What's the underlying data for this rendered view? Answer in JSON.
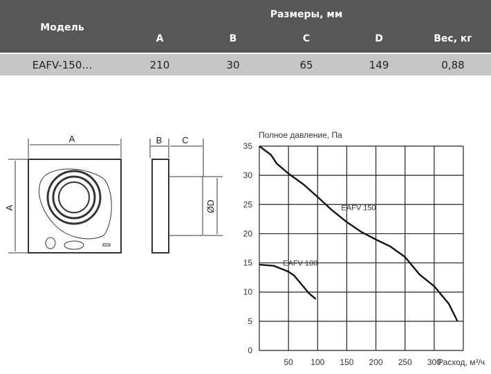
{
  "table": {
    "model_header": "Модель",
    "group_header": "Размеры, мм",
    "columns": [
      "A",
      "B",
      "C",
      "D",
      "Вес, кг"
    ],
    "rows": [
      {
        "model": "EAFV-150…",
        "values": [
          "210",
          "30",
          "65",
          "149",
          "0,88"
        ]
      }
    ]
  },
  "drawing": {
    "labels": {
      "a_width": "A",
      "a_height": "A",
      "b": "B",
      "c": "C",
      "d": "ØD"
    }
  },
  "chart_data": {
    "type": "line",
    "ylabel": "Полное давление, Па",
    "xlabel": "Расход, м³/ч",
    "xlim": [
      0,
      350
    ],
    "ylim": [
      0,
      35
    ],
    "xticks": [
      50,
      100,
      150,
      200,
      250,
      300
    ],
    "yticks": [
      0,
      5,
      10,
      15,
      20,
      25,
      30,
      35
    ],
    "grid": true,
    "series": [
      {
        "name": "EAFV 150",
        "x": [
          0,
          20,
          30,
          50,
          75,
          100,
          125,
          150,
          175,
          200,
          225,
          250,
          275,
          300,
          325,
          340
        ],
        "y": [
          35,
          33.5,
          32,
          30.3,
          28.5,
          26.3,
          24,
          22,
          20.3,
          19,
          17.8,
          16,
          13,
          11,
          8,
          5
        ]
      },
      {
        "name": "EAFV 100",
        "x": [
          0,
          25,
          50,
          60,
          75,
          85,
          97
        ],
        "y": [
          14.7,
          14.5,
          13.5,
          12.8,
          11,
          9.8,
          8.8
        ]
      }
    ]
  }
}
